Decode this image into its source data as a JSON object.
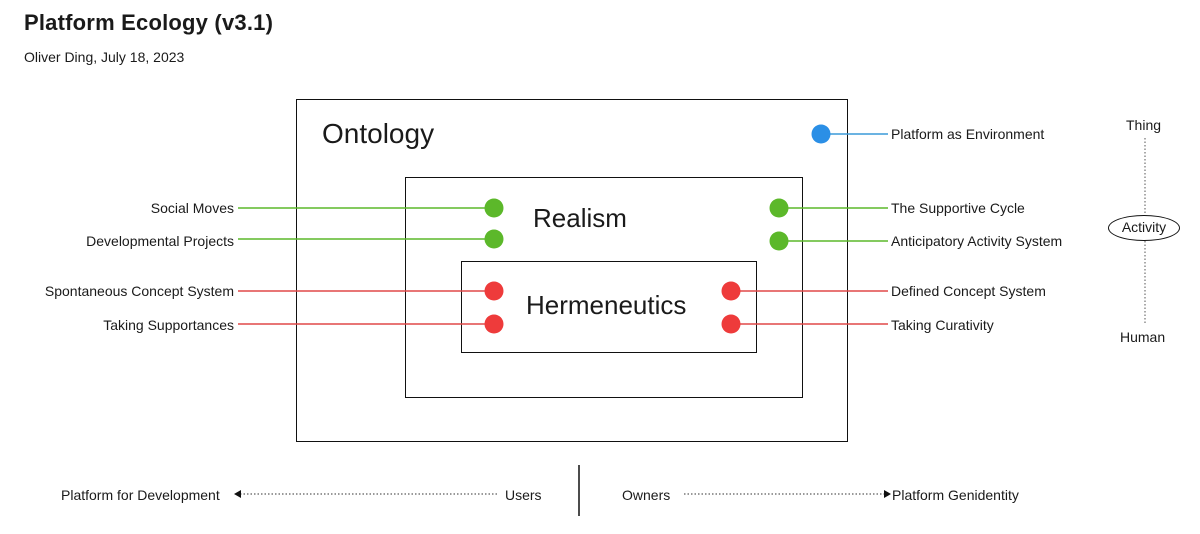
{
  "header": {
    "title": "Platform Ecology (v3.1)",
    "subtitle": "Oliver Ding, July 18, 2023"
  },
  "boxes": {
    "outer": "Ontology",
    "middle": "Realism",
    "inner": "Hermeneutics"
  },
  "left_labels": [
    {
      "text": "Social Moves",
      "color": "green"
    },
    {
      "text": "Developmental Projects",
      "color": "green"
    },
    {
      "text": "Spontaneous Concept System",
      "color": "red"
    },
    {
      "text": "Taking Supportances",
      "color": "red"
    }
  ],
  "right_labels": [
    {
      "text": "Platform as Environment",
      "color": "blue"
    },
    {
      "text": "The Supportive Cycle",
      "color": "green"
    },
    {
      "text": "Anticipatory Activity System",
      "color": "green"
    },
    {
      "text": "Defined Concept System",
      "color": "red"
    },
    {
      "text": "Taking Curativity",
      "color": "red"
    }
  ],
  "scale": {
    "top": "Thing",
    "middle": "Activity",
    "bottom": "Human"
  },
  "footer": {
    "left_target": "Platform for Development",
    "left_source": "Users",
    "right_source": "Owners",
    "right_target": "Platform Genidentity"
  },
  "colors": {
    "green": "#5cb82a",
    "red": "#ee3b3b",
    "blue": "#2b8fe6",
    "line_green": "#5cb82a",
    "line_red": "#e04848",
    "line_blue": "#3a9ad9"
  }
}
